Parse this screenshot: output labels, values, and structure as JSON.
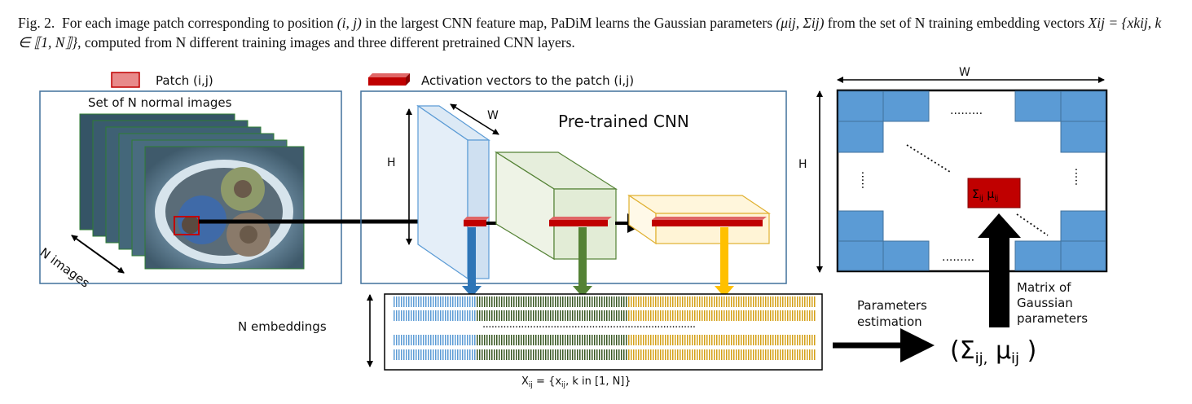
{
  "caption": {
    "prefix": "Fig. 2.",
    "t1": "For each image patch corresponding to position ",
    "pos": "(i, j)",
    "t2": " in the largest CNN feature map, PaDiM learns the Gaussian parameters ",
    "params": "(μij, Σij)",
    "t3": " from the set of N training embedding vectors ",
    "set": "Xij = {xkij, k ∈ ⟦1, N⟧}",
    "t4": ", computed from N different training images and three different pretrained CNN layers."
  },
  "legend": {
    "patch": "Patch (i,j)",
    "activation": "Activation vectors to the patch (i,j)"
  },
  "left_panel": {
    "title": "Set of N normal images",
    "n_images": "N images"
  },
  "cnn_panel": {
    "title": "Pre-trained CNN",
    "w": "W",
    "h": "H"
  },
  "embeddings": {
    "label": "N embeddings",
    "dots": "........................................................................",
    "formula_main": "X",
    "formula_sub": "ij",
    "formula_rest1": " = {x",
    "formula_sub2": "ij",
    "formula_rest2": ", k in [1, N]}"
  },
  "estimation": {
    "line1": "Parameters",
    "line2": "estimation",
    "result_open": "(Σ",
    "result_sub1": "ij,",
    "result_mu": " μ",
    "result_sub2": "ij",
    "result_close": " )"
  },
  "matrix": {
    "w": "W",
    "h": "H",
    "cell_sigma": "Σ",
    "cell_sub1": "ij",
    "cell_mu": " μ",
    "cell_sub2": "ij",
    "hdots": ".........",
    "vdots": ".....",
    "label1": "Matrix of",
    "label2": "Gaussian",
    "label3": "parameters"
  },
  "colors": {
    "blue": "#5b9bd5",
    "green": "#548235",
    "gold": "#f0c020",
    "red": "#c00000",
    "panel_border": "#41719c"
  }
}
